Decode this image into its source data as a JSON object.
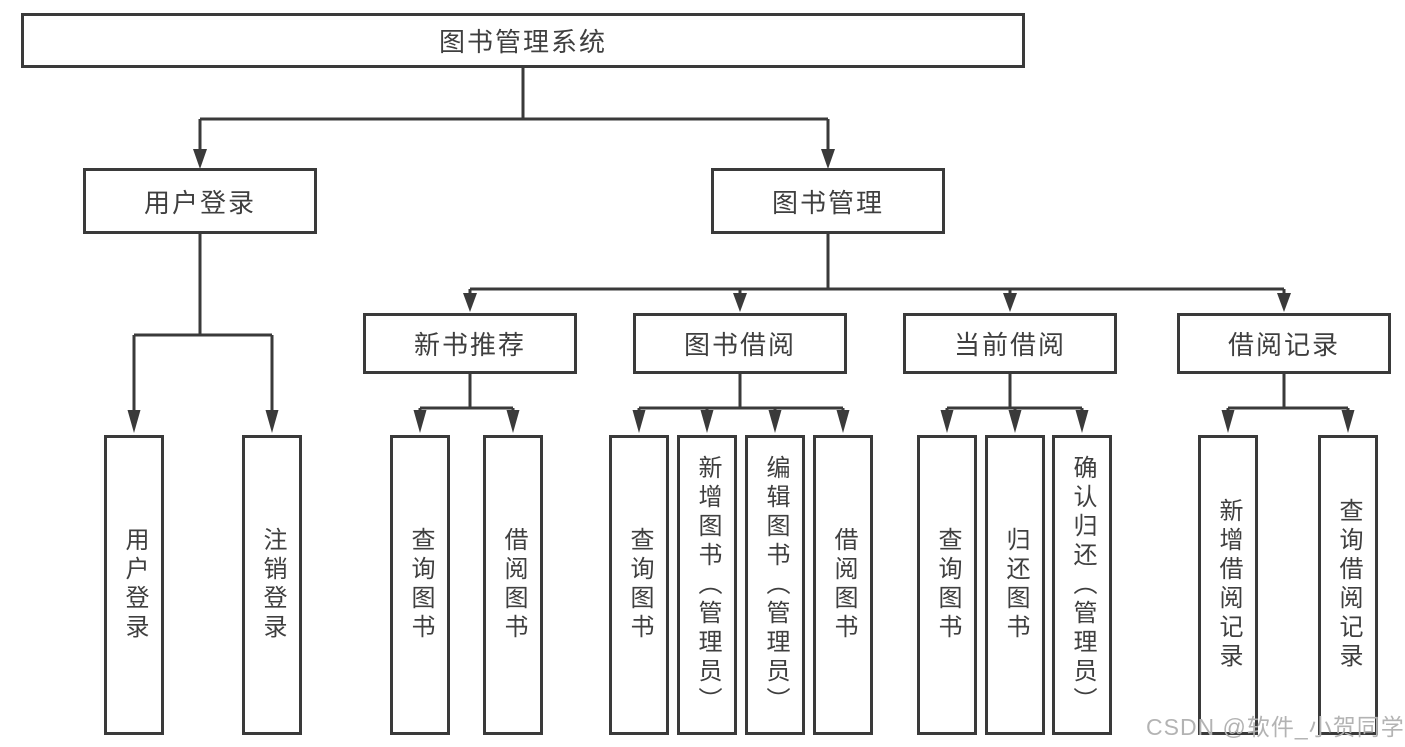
{
  "diagram": {
    "root": {
      "label": "图书管理系统"
    },
    "user_login": {
      "label": "用户登录",
      "children": [
        {
          "label": "用户登录"
        },
        {
          "label": "注销登录"
        }
      ]
    },
    "book_mgmt": {
      "label": "图书管理",
      "children": [
        {
          "label": "新书推荐",
          "children": [
            {
              "label": "查询图书"
            },
            {
              "label": "借阅图书"
            }
          ]
        },
        {
          "label": "图书借阅",
          "children": [
            {
              "label": "查询图书"
            },
            {
              "label": "新增图书（管理员）"
            },
            {
              "label": "编辑图书（管理员）"
            },
            {
              "label": "借阅图书"
            }
          ]
        },
        {
          "label": "当前借阅",
          "children": [
            {
              "label": "查询图书"
            },
            {
              "label": "归还图书"
            },
            {
              "label": "确认归还（管理员）"
            }
          ]
        },
        {
          "label": "借阅记录",
          "children": [
            {
              "label": "新增借阅记录"
            },
            {
              "label": "查询借阅记录"
            }
          ]
        }
      ]
    }
  },
  "colors": {
    "line": "#3a3a3a",
    "text": "#3f3f3f",
    "watermark": "#b3b3b3"
  },
  "watermark": {
    "text": "CSDN @软件_小贺同学"
  }
}
